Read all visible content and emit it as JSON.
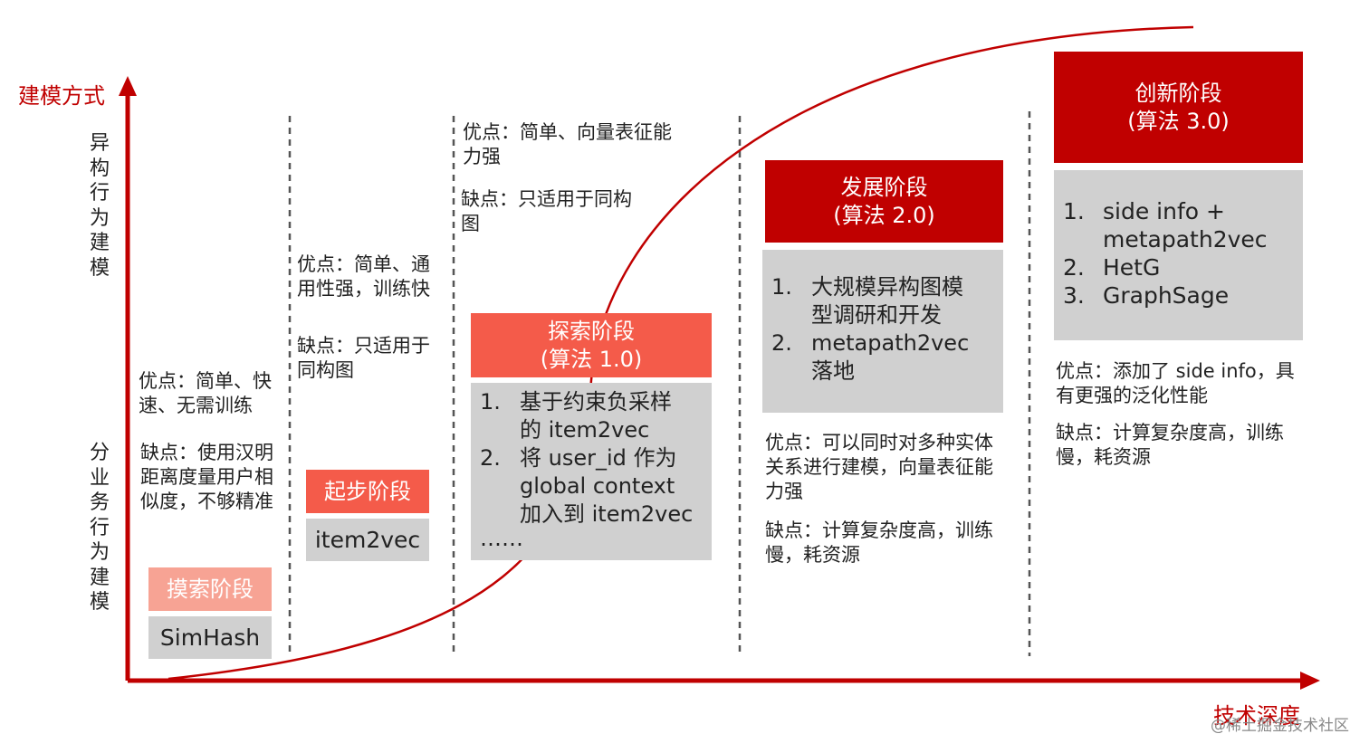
{
  "axes": {
    "y_title": "建模方式",
    "x_title": "技术深度",
    "y_upper": "异构行为建模",
    "y_lower": "分业务行为建模"
  },
  "stages": [
    {
      "name": "摸索阶段",
      "method": "SimHash",
      "pros": "优点：简单、快速、无需训练",
      "cons": "缺点：使用汉明距离度量用户相似度，不够精准"
    },
    {
      "name": "起步阶段",
      "method": "item2vec",
      "pros": "优点：简单、通用性强，训练快",
      "cons": "缺点：只适用于同构图"
    },
    {
      "name": "探索阶段",
      "version": "(算法 1.0)",
      "pros": "优点：简单、向量表征能力强",
      "cons": "缺点：只适用于同构图",
      "items": [
        {
          "num": "1.",
          "text": "基于约束负采样\n的 item2vec"
        },
        {
          "num": "2.",
          "text": "将 user_id 作为\nglobal context\n加入到 item2vec"
        }
      ],
      "more": "……"
    },
    {
      "name": "发展阶段",
      "version": "(算法 2.0)",
      "pros": "优点：可以同时对多种实体关系进行建模，向量表征能力强",
      "cons": "缺点：计算复杂度高，训练慢，耗资源",
      "items": [
        {
          "num": "1.",
          "text": "大规模异构图模\n型调研和开发"
        },
        {
          "num": "2.",
          "text": "metapath2vec\n落地"
        }
      ]
    },
    {
      "name": "创新阶段",
      "version": "(算法 3.0)",
      "pros": "优点：添加了 side info，具有更强的泛化性能",
      "cons": "缺点：计算复杂度高，训练慢，耗资源",
      "items": [
        {
          "num": "1.",
          "text": "side info +\nmetapath2vec"
        },
        {
          "num": "2.",
          "text": "HetG"
        },
        {
          "num": "3.",
          "text": "GraphSage"
        }
      ]
    }
  ],
  "watermark": "@稀土掘金技术社区",
  "colors": {
    "axis": "#c00000",
    "stage_red": "#c00000",
    "stage_salmon": "#f45b4a",
    "stage_pink": "#f7a394",
    "gray_box": "#d0d0d0",
    "divider": "#555555"
  }
}
